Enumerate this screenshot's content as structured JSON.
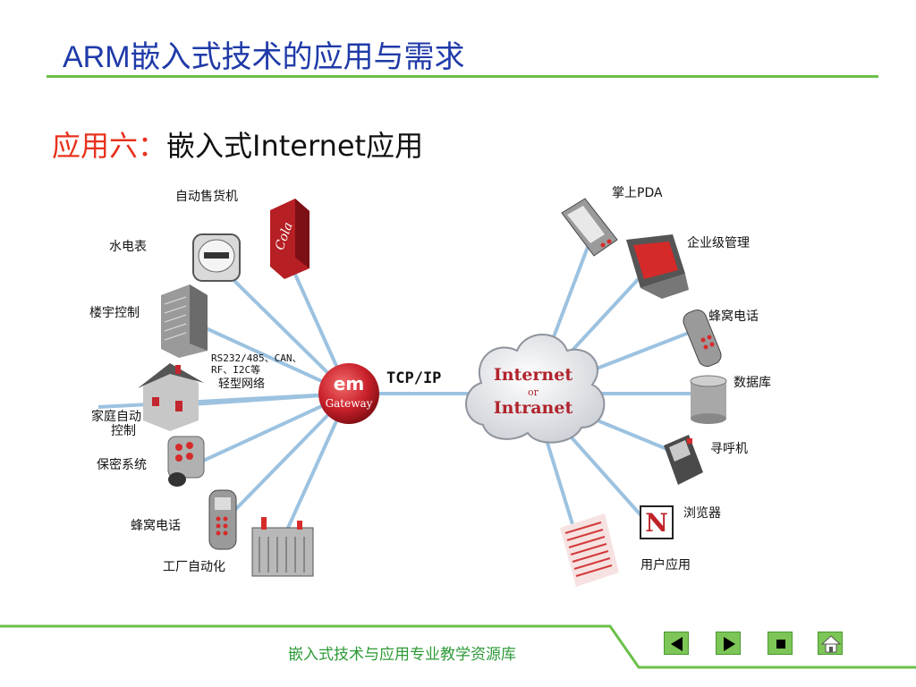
{
  "header": {
    "title": "ARM嵌入式技术的应用与需求"
  },
  "subtitle": {
    "lead": "应用六：",
    "rest": "嵌入式Internet应用"
  },
  "diagram": {
    "hub_em": "em",
    "hub_gateway": "Gateway",
    "protocol": "TCP/IP",
    "cloud_top": "Internet",
    "cloud_or": "or",
    "cloud_bottom": "Intranet",
    "bus_note_1": "RS232/485、CAN、",
    "bus_note_2": "RF、I2C等",
    "bus_note_3": "轻型网络",
    "left_nodes": {
      "vending": "自动售货机",
      "meter": "水电表",
      "building": "楼宇控制",
      "home_1": "家庭自动",
      "home_2": "控制",
      "security": "保密系统",
      "cellphone": "蜂窝电话",
      "factory": "工厂自动化"
    },
    "right_nodes": {
      "pda": "掌上PDA",
      "enterprise": "企业级管理",
      "cellphone": "蜂窝电话",
      "database": "数据库",
      "pager": "寻呼机",
      "browser": "浏览器",
      "user_app": "用户应用"
    },
    "browser_logo": "N",
    "cola_text": "Cola"
  },
  "footer": {
    "label": "嵌入式技术与应用专业教学资源库"
  },
  "colors": {
    "title_blue": "#1f3aa8",
    "accent_green": "#6cc04a",
    "lead_red": "#e8321d",
    "hub_red": "#c8202a"
  }
}
